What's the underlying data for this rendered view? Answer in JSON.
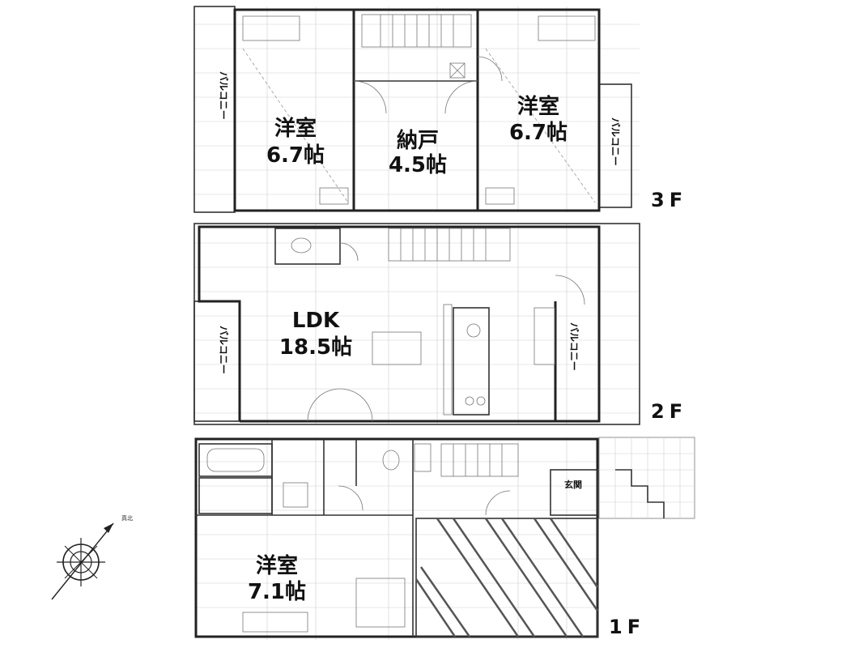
{
  "floors": {
    "f3": {
      "label": "3F",
      "rooms": [
        {
          "name": "洋室",
          "size": "6.7帖"
        },
        {
          "name": "納戸",
          "size": "4.5帖"
        },
        {
          "name": "洋室",
          "size": "6.7帖"
        }
      ],
      "balconies": [
        "バルコニー",
        "バルコニー"
      ]
    },
    "f2": {
      "label": "2F",
      "rooms": [
        {
          "name": "LDK",
          "size": "18.5帖"
        }
      ],
      "balconies": [
        "バルコニー",
        "バルコニー"
      ]
    },
    "f1": {
      "label": "1F",
      "rooms": [
        {
          "name": "洋室",
          "size": "7.1帖"
        }
      ],
      "entrance": "玄関"
    }
  },
  "compass": {
    "label": "真北"
  }
}
